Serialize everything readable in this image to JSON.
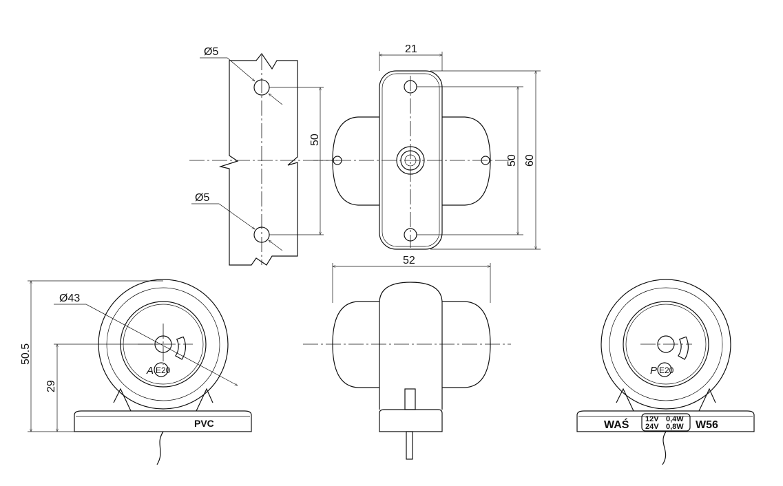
{
  "dimensions": {
    "hole_dia_top": "Ø5",
    "hole_dia_bottom": "Ø5",
    "hole_spacing_mount": "50",
    "width_top": "21",
    "hole_spacing_side": "50",
    "height_side": "60",
    "width_front": "52",
    "lens_dia": "Ø43",
    "total_height": "50.5",
    "axis_height": "29"
  },
  "markings": {
    "material": "PVC",
    "brand": "WAŚ",
    "model": "W56",
    "voltage_1": "12V",
    "power_1": "0,4W",
    "voltage_2": "24V",
    "power_2": "0,8W",
    "approval_letter": "A",
    "approval_mark": "E20",
    "approval_letter_right": "P"
  }
}
